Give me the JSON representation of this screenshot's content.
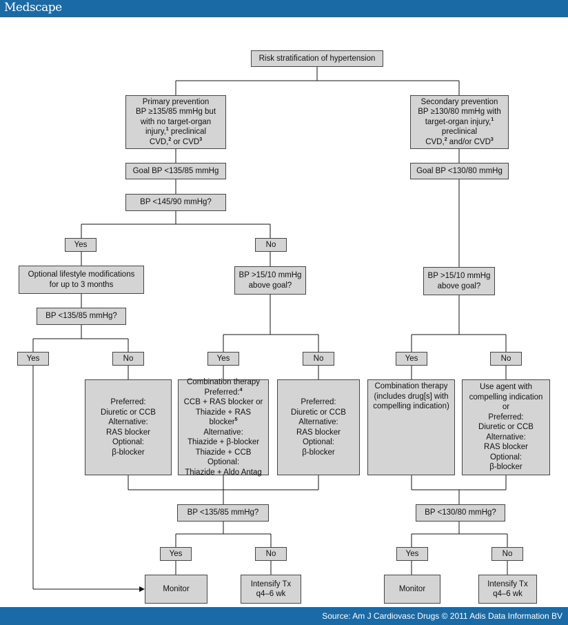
{
  "header": {
    "logo": "Medscape"
  },
  "footer": {
    "source": "Source: Am J Cardiovasc Drugs © 2011 Adis Data Information BV"
  },
  "flowchart": {
    "root": "Risk stratification of hypertension",
    "primary": {
      "title_lines": [
        "Primary prevention",
        "BP ≥135/85 mmHg but",
        "with no target-organ"
      ],
      "line4": "injury,",
      "line4_sup": "1",
      "line4_rest": " preclinical",
      "line5": "CVD,",
      "line5_sup1": "2",
      "line5_mid": " or CVD",
      "line5_sup2": "3",
      "goal": "Goal BP <135/85 mmHg",
      "question": "BP <145/90 mmHg?",
      "yes": "Yes",
      "no": "No",
      "lifestyle_lines": [
        "Optional lifestyle modifications",
        "for up to 3 months"
      ],
      "question2": "BP <135/85 mmHg?",
      "above_goal_lines": [
        "BP >15/10 mmHg",
        "above goal?"
      ],
      "mono_lines": [
        "Preferred:",
        "Diuretic or CCB",
        "Alternative:",
        "RAS blocker",
        "Optional:",
        "β-blocker"
      ],
      "combo": {
        "l1": "Combination therapy",
        "l2": "Preferred:",
        "l2_sup": "4",
        "l3": "CCB + RAS blocker or",
        "l4": "Thiazide + RAS blocker",
        "l4_sup": "5",
        "l5": "Alternative:",
        "l6": "Thiazide + β-blocker",
        "l7": "Thiazide + CCB",
        "l8": "Optional:",
        "l9": "Thiazide + Aldo Antag"
      },
      "question3": "BP <135/85 mmHg?",
      "monitor": "Monitor",
      "intensify_lines": [
        "Intensify Tx",
        "q4–6 wk"
      ]
    },
    "secondary": {
      "title_lines": [
        "Secondary prevention",
        "BP ≥130/80 mmHg with"
      ],
      "line3": "target-organ injury,",
      "line3_sup": "1",
      "line4": "preclinical",
      "line5": "CVD,",
      "line5_sup1": "2",
      "line5_mid": " and/or CVD",
      "line5_sup2": "3",
      "goal": "Goal BP <130/80 mmHg",
      "above_goal_lines": [
        "BP >15/10 mmHg",
        "above goal?"
      ],
      "yes": "Yes",
      "no": "No",
      "combo_lines": [
        "Combination therapy",
        "(includes drug[s] with",
        "compelling indication)"
      ],
      "agent_lines": [
        "Use agent with",
        "compelling indication or",
        "Preferred:",
        "Diuretic or CCB",
        "Alternative:",
        "RAS blocker",
        "Optional:",
        "β-blocker"
      ],
      "question": "BP <130/80 mmHg?",
      "monitor": "Monitor",
      "intensify_lines": [
        "Intensify Tx",
        "q4–6 wk"
      ]
    }
  }
}
